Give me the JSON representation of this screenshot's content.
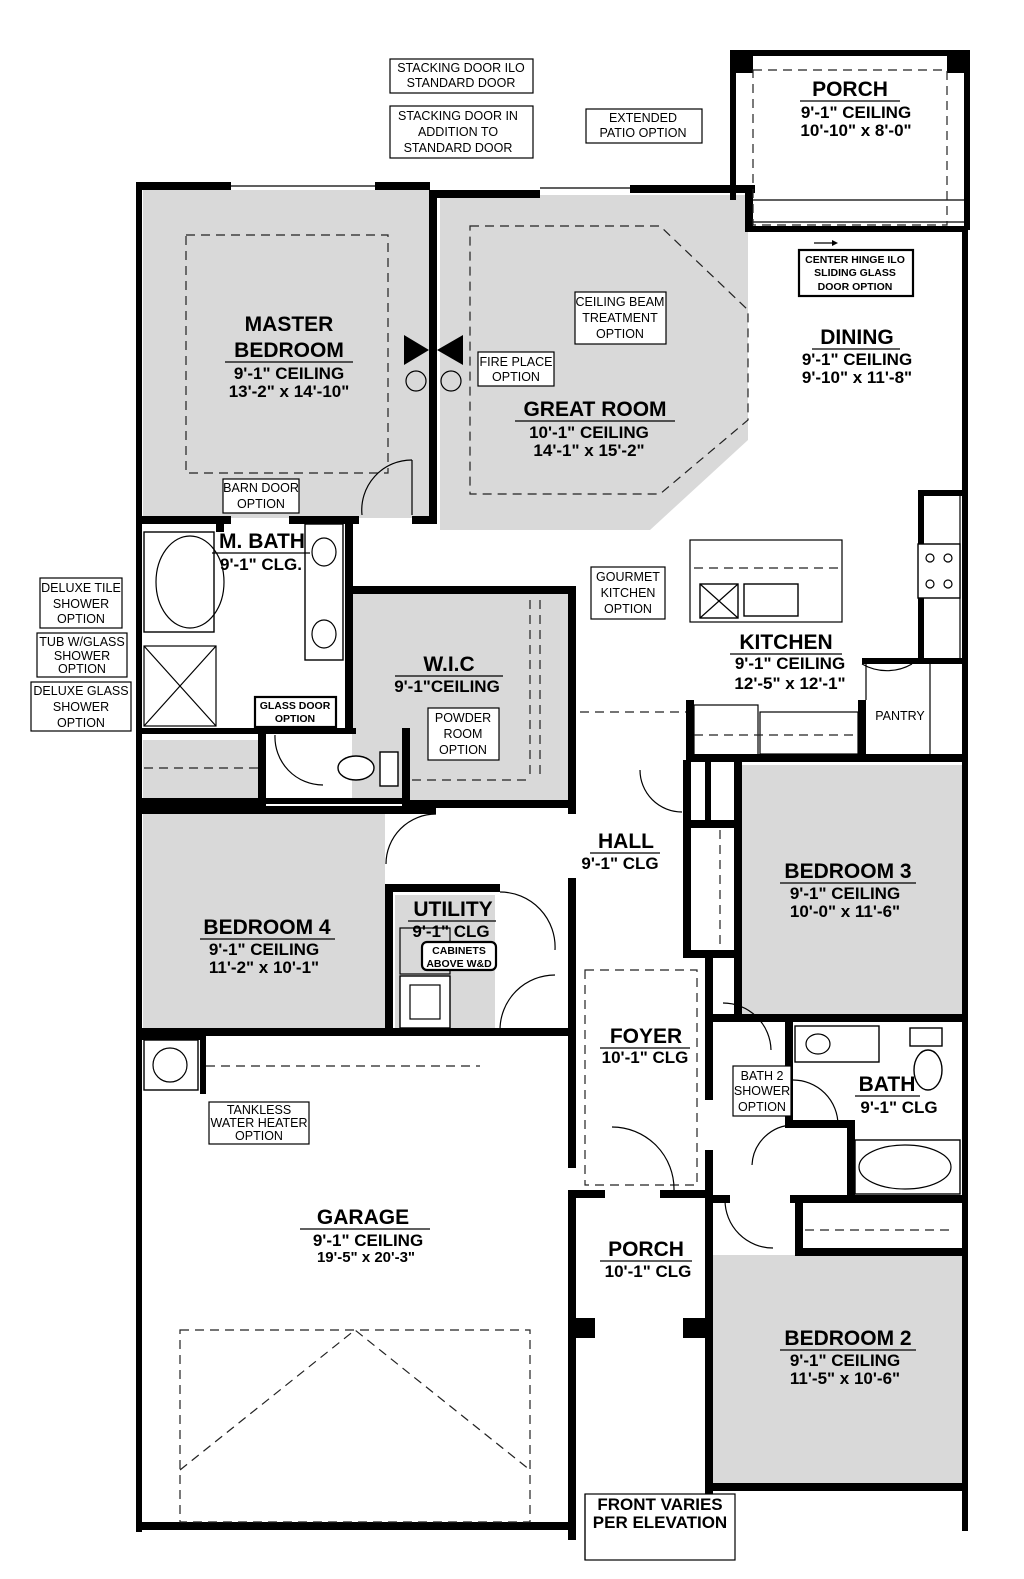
{
  "rooms": {
    "porch_rear": {
      "name": "PORCH",
      "ceiling": "9'-1\"   CEILING",
      "size": "10'-10\" x 8'-0\""
    },
    "master": {
      "name1": "MASTER",
      "name2": "BEDROOM",
      "ceiling": "9'-1\"   CEILING",
      "size": "13'-2\" x 14'-10\""
    },
    "great_room": {
      "name": "GREAT ROOM",
      "ceiling": "10'-1\"   CEILING",
      "size": "14'-1\" x 15'-2\""
    },
    "dining": {
      "name": "DINING",
      "ceiling": "9'-1\"   CEILING",
      "size": "9'-10\" x 11'-8\""
    },
    "master_bath": {
      "name": "M. BATH",
      "ceiling": "9'-1\"   CLG."
    },
    "wic": {
      "name": "W.I.C",
      "ceiling": "9'-1\"CEILING"
    },
    "kitchen": {
      "name": "KITCHEN",
      "ceiling": "9'-1\"   CEILING",
      "size": "12'-5\" x 12'-1\""
    },
    "pantry": {
      "name": "PANTRY"
    },
    "hall": {
      "name": "HALL",
      "ceiling": "9'-1\" CLG"
    },
    "bedroom3": {
      "name": "BEDROOM 3",
      "ceiling": "9'-1\"   CEILING",
      "size": "10'-0\" x 11'-6\""
    },
    "bedroom4": {
      "name": "BEDROOM 4",
      "ceiling": "9'-1\"   CEILING",
      "size": "11'-2\" x 10'-1\""
    },
    "utility": {
      "name": "UTILITY",
      "ceiling": "9'-1\"   CLG"
    },
    "foyer": {
      "name": "FOYER",
      "ceiling": "10'-1\"   CLG"
    },
    "bath": {
      "name": "BATH",
      "ceiling": "9'-1\"   CLG"
    },
    "garage": {
      "name": "GARAGE",
      "ceiling": "9'-1\"   CEILING",
      "size": "19'-5\" x 20'-3\""
    },
    "porch_front": {
      "name": "PORCH",
      "ceiling": "10'-1\"   CLG"
    },
    "bedroom2": {
      "name": "BEDROOM 2",
      "ceiling": "9'-1\"   CEILING",
      "size": "11'-5\" x 10'-6\""
    }
  },
  "options": {
    "stacking_ilo": [
      "STACKING DOOR ILO",
      "STANDARD DOOR"
    ],
    "stacking_add": [
      "STACKING DOOR IN",
      "ADDITION TO",
      "STANDARD DOOR"
    ],
    "ext_patio": [
      "EXTENDED",
      "PATIO OPTION"
    ],
    "center_hinge": [
      "CENTER HINGE ILO",
      "SLIDING GLASS",
      "DOOR OPTION"
    ],
    "ceiling_beam": [
      "CEILING BEAM",
      "TREATMENT",
      "OPTION"
    ],
    "fire_place": [
      "FIRE PLACE",
      "OPTION"
    ],
    "barn_door": [
      "BARN DOOR",
      "OPTION"
    ],
    "deluxe_tile": [
      "DELUXE TILE",
      "SHOWER",
      "OPTION"
    ],
    "tub_glass": [
      "TUB W/GLASS",
      "SHOWER",
      "OPTION"
    ],
    "deluxe_glass": [
      "DELUXE GLASS",
      "SHOWER",
      "OPTION"
    ],
    "glass_door": [
      "GLASS DOOR",
      "OPTION"
    ],
    "gourmet": [
      "GOURMET",
      "KITCHEN",
      "OPTION"
    ],
    "powder": [
      "POWDER",
      "ROOM",
      "OPTION"
    ],
    "cabinets": [
      "CABINETS",
      "ABOVE W&D"
    ],
    "bath2_shower": [
      "BATH 2",
      "SHOWER",
      "OPTION"
    ],
    "tankless": [
      "TANKLESS",
      "WATER HEATER",
      "OPTION"
    ],
    "front_varies": [
      "FRONT VARIES",
      "PER ELEVATION"
    ]
  },
  "colors": {
    "room_fill": "#d9d9d9",
    "wall": "#000000",
    "background": "#ffffff"
  }
}
